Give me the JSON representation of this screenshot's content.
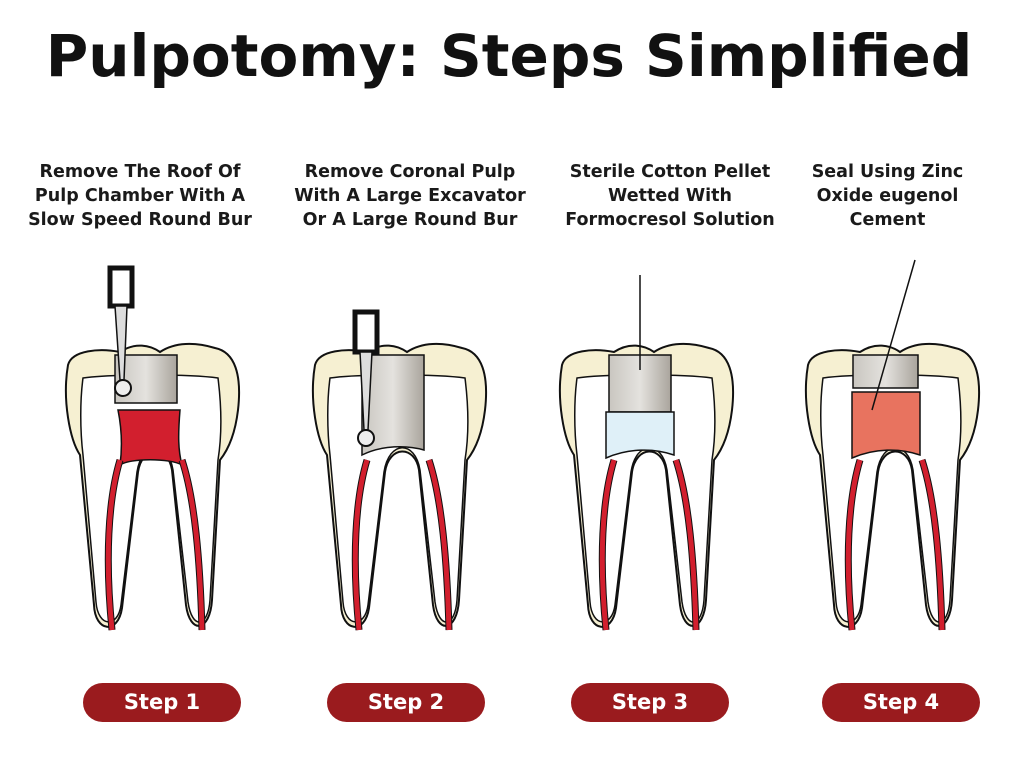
{
  "title": "Pulpotomy: Steps Simplified",
  "steps": [
    {
      "label": "Step 1",
      "caption": "Remove The Roof Of Pulp Chamber With A Slow Speed Round Bur"
    },
    {
      "label": "Step 2",
      "caption": "Remove Coronal Pulp With A Large Excavator Or A Large Round Bur"
    },
    {
      "label": "Step 3",
      "caption": "Sterile Cotton Pellet Wetted With Formocresol Solution"
    },
    {
      "label": "Step 4",
      "caption": "Seal Using Zinc Oxide eugenol Cement"
    }
  ],
  "colors": {
    "pulp": "#d21f2e",
    "enamel": "#f6f0d2",
    "cement": "#e8735f",
    "pellet": "#dff0f8",
    "button": "#9a1b1e"
  }
}
